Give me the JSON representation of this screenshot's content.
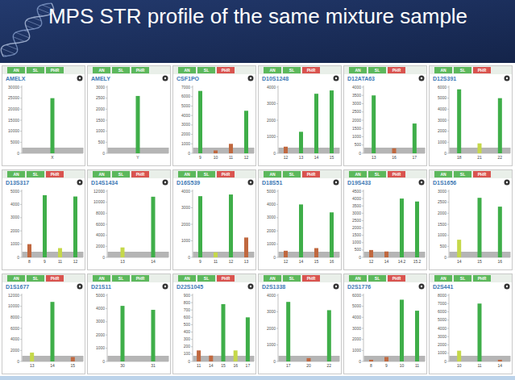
{
  "diagram": {
    "title": "MPS STR profile of the same mixture sample",
    "nodes": [
      {
        "text": [
          "AN",
          "SL",
          "PHR",
          "AMELX",
          "0",
          "5000",
          "10000",
          "15000",
          "20000",
          "25000",
          "30000",
          "X"
        ]
      },
      {
        "text": [
          "AN",
          "SL",
          "PHR",
          "AMELY",
          "0",
          "500",
          "1000",
          "1500",
          "2000",
          "2500",
          "3000",
          "Y"
        ]
      },
      {
        "text": [
          "AN",
          "SL",
          "PHR",
          "CSF1PO",
          "0",
          "1000",
          "2000",
          "3000",
          "4000",
          "5000",
          "6000",
          "7000",
          "9",
          "10",
          "11",
          "12"
        ]
      },
      {
        "text": [
          "AN",
          "SL",
          "PHR",
          "D10S1248",
          "0",
          "1000",
          "2000",
          "3000",
          "4000",
          "12",
          "13",
          "14",
          "15"
        ]
      },
      {
        "text": [
          "AN",
          "SL",
          "PHR",
          "D12ATA63",
          "0",
          "500",
          "1000",
          "1500",
          "2000",
          "2500",
          "3000",
          "3500",
          "4000",
          "13",
          "16",
          "17"
        ]
      },
      {
        "text": [
          "AN",
          "SL",
          "PHR",
          "D12S391",
          "0",
          "1000",
          "2000",
          "3000",
          "4000",
          "5000",
          "6000",
          "18",
          "21",
          "22"
        ]
      },
      {
        "text": [
          "AN",
          "SL",
          "PHR",
          "D13S317",
          "0",
          "1000",
          "2000",
          "3000",
          "4000",
          "5000",
          "8",
          "9",
          "11",
          "12"
        ]
      },
      {
        "text": [
          "AN",
          "SL",
          "PHR",
          "D14S1434",
          "0",
          "2000",
          "4000",
          "6000",
          "8000",
          "10000",
          "12000",
          "13",
          "14"
        ]
      },
      {
        "text": [
          "AN",
          "SL",
          "PHR",
          "D16S539",
          "0",
          "1000",
          "2000",
          "3000",
          "4000",
          "9",
          "11",
          "12",
          "13"
        ]
      },
      {
        "text": [
          "AN",
          "SL",
          "PHR",
          "D18S51",
          "0",
          "1000",
          "2000",
          "3000",
          "4000",
          "5000",
          "12",
          "14",
          "15",
          "16"
        ]
      },
      {
        "text": [
          "AN",
          "SL",
          "PHR",
          "D19S433",
          "0",
          "500",
          "1000",
          "1500",
          "2000",
          "2500",
          "3000",
          "3500",
          "4000",
          "4500",
          "12",
          "14",
          "14.2",
          "15.2"
        ]
      },
      {
        "text": [
          "AN",
          "SL",
          "PHR",
          "D1S1656",
          "0",
          "500",
          "1000",
          "1500",
          "2000",
          "2500",
          "3000",
          "14",
          "15",
          "16"
        ]
      },
      {
        "text": [
          "AN",
          "SL",
          "PHR",
          "D1S1677",
          "0",
          "2000",
          "4000",
          "6000",
          "8000",
          "10000",
          "12000",
          "13",
          "14",
          "15"
        ]
      },
      {
        "text": [
          "AN",
          "SL",
          "PHR",
          "D21S11",
          "0",
          "1000",
          "2000",
          "3000",
          "4000",
          "5000",
          "30",
          "31"
        ]
      },
      {
        "text": [
          "AN",
          "SL",
          "PHR",
          "D22S1045",
          "0",
          "100",
          "200",
          "300",
          "400",
          "500",
          "600",
          "700",
          "800",
          "900",
          "11",
          "14",
          "15",
          "16",
          "17"
        ]
      },
      {
        "text": [
          "AN",
          "SL",
          "PHR",
          "D2S1338",
          "0",
          "1000",
          "2000",
          "3000",
          "4000",
          "17",
          "20",
          "22"
        ]
      },
      {
        "text": [
          "AN",
          "SL",
          "PHR",
          "D2S1776",
          "0",
          "1000",
          "2000",
          "3000",
          "4000",
          "5000",
          "6000",
          "8",
          "9",
          "10",
          "11"
        ]
      },
      {
        "text": [
          "AN",
          "SL",
          "PHR",
          "D2S441",
          "0",
          "1000",
          "2000",
          "3000",
          "4000",
          "5000",
          "6000",
          "7000",
          "8000",
          "10",
          "11",
          "14"
        ]
      }
    ]
  }
}
